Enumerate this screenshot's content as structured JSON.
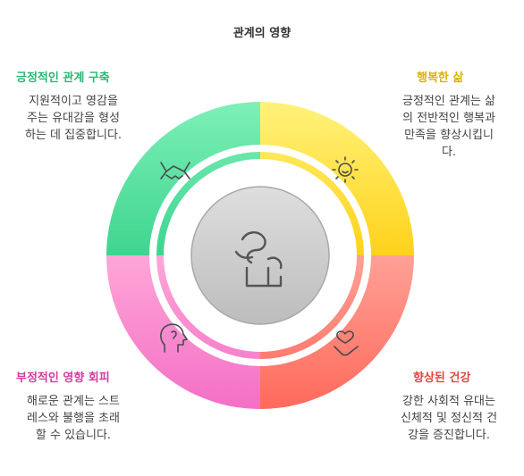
{
  "title": "관계의 영향",
  "quadrants": {
    "top_left": {
      "title": "긍정적인 관계 구축",
      "desc": [
        "지원적이고 영감을",
        "주는 유대감을 형성",
        "하는 데 집중합니다."
      ],
      "color": "#2bb673",
      "icon": "handshake-icon"
    },
    "top_right": {
      "title": "행복한 삶",
      "desc": [
        "긍정적인 관계는 삶",
        "의 전반적인 행복과",
        "만족을 향상시킵니",
        "다."
      ],
      "color": "#d9b300",
      "icon": "sun-icon"
    },
    "bottom_left": {
      "title": "부정적인 영향 회피",
      "desc": [
        "해로운 관계는 스트",
        "레스와 불행을 초래",
        "할 수 있습니다."
      ],
      "color": "#d63a9c",
      "icon": "head-profile-icon"
    },
    "bottom_right": {
      "title": "향상된 건강",
      "desc": [
        "강한 사회적 유대는",
        "신체적 및 정신적 건",
        "강을 증진합니다."
      ],
      "color": "#e0483e",
      "icon": "hand-heart-icon"
    }
  },
  "center_icon": "bridge-people-icon"
}
